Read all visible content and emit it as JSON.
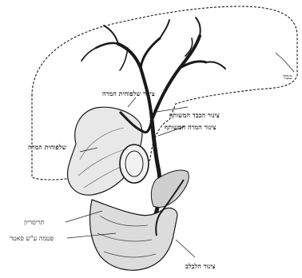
{
  "labels": {
    "liver": "כבד",
    "cystic_duct": "צינור שלפוחית המרה",
    "common_hepatic_duct": "צינור הכבד המשותף",
    "common_bile_duct": "צינור המרה המשותף",
    "gallbladder": "שלפוחית המרה",
    "duodenum": "תריסריון",
    "sphincter": "פטמה ע\"ש פאטר",
    "pancreatic_duct": "צינור הלבלב"
  },
  "colors": {
    "ink": "#1a1a1a",
    "paper": "#ffffff"
  }
}
